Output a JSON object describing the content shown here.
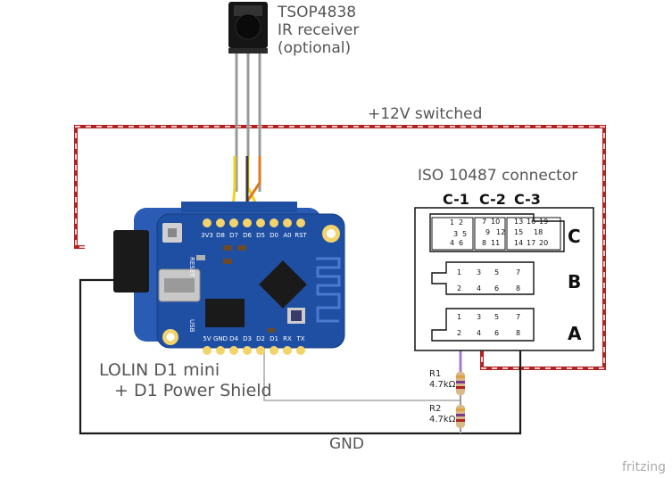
{
  "ir_receiver": {
    "part": "TSOP4838",
    "line1": "IR receiver",
    "line2": "(optional)"
  },
  "power_label": "+12V switched",
  "gnd_label": "GND",
  "board": {
    "name": "LOLIN D1 mini",
    "shield": "+ D1 Power Shield",
    "top_pins": [
      "3V3",
      "D8",
      "D7",
      "D6",
      "D5",
      "D0",
      "A0",
      "RST"
    ],
    "bottom_pins": [
      "5V",
      "GND",
      "D4",
      "D3",
      "D2",
      "D1",
      "RX",
      "TX"
    ],
    "reset": "RESET",
    "usb": "USB"
  },
  "connector": {
    "title": "ISO 10487 connector",
    "groups": [
      "C-1",
      "C-2",
      "C-3"
    ],
    "rows": [
      "C",
      "B",
      "A"
    ]
  },
  "resistors": [
    {
      "name": "R1",
      "value": "4.7kΩ"
    },
    {
      "name": "R2",
      "value": "4.7kΩ"
    }
  ],
  "watermark": "fritzing",
  "colors": {
    "power": "#b22222",
    "ground": "#1a1a1a",
    "signal": "#bdbdbd",
    "board": "#1e4fa3",
    "highlight_wire": "#e07a1f",
    "yellow_wire": "#f2d21a"
  }
}
